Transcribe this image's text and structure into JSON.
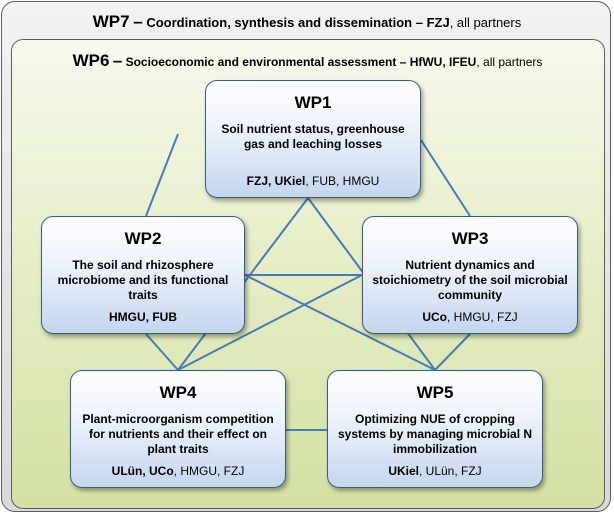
{
  "wp7": {
    "label": "WP7",
    "dash": "–",
    "title_bold": "Coordination, synthesis and dissemination – FZJ",
    "partners": ", all partners"
  },
  "wp6": {
    "label": "WP6",
    "dash": "–",
    "title_bold": "Socioeconomic and environmental assessment – HfWU, IFEU",
    "partners": ", all partners"
  },
  "packages": [
    {
      "label": "WP1",
      "description": "Soil nutrient status, greenhouse gas and leaching losses",
      "lead_partners": "FZJ, UKiel",
      "other_partners": ", FUB, HMGU"
    },
    {
      "label": "WP2",
      "description": "The soil and rhizosphere microbiome and its functional traits",
      "lead_partners": "HMGU, FUB",
      "other_partners": ""
    },
    {
      "label": "WP3",
      "description": "Nutrient dynamics and stoichiometry of the soil microbial community",
      "lead_partners": "UCo",
      "other_partners": ", HMGU, FZJ"
    },
    {
      "label": "WP4",
      "description": "Plant-microorganism competition for nutrients and their effect on plant traits",
      "lead_partners": "ULün, UCo",
      "other_partners": ", HMGU, FZJ"
    },
    {
      "label": "WP5",
      "description": "Optimizing NUE of cropping systems by managing microbial N immobilization",
      "lead_partners": "UKiel",
      "other_partners": ", ULün, FZJ"
    }
  ],
  "colors": {
    "link": "#4a7ab5",
    "box_border": "#3b5a8a",
    "inner_green": "#d3e1a2",
    "outer_gray": "#d9d9d9"
  }
}
